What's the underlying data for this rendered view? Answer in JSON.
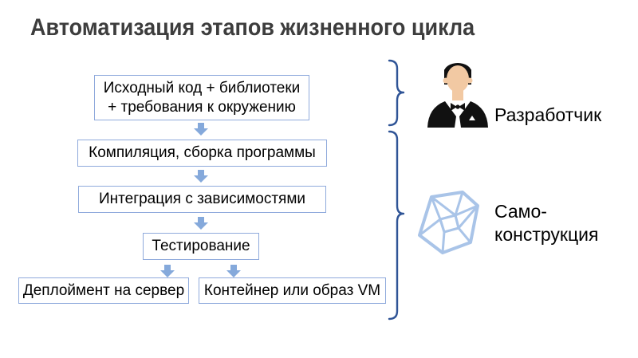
{
  "slide": {
    "title": "Автоматизация этапов жизненного цикла"
  },
  "flowchart": {
    "boxes": [
      {
        "id": "source",
        "label": "Исходный код + библиотеки\n+ требования к окружению"
      },
      {
        "id": "build",
        "label": "Компиляция, сборка программы"
      },
      {
        "id": "integration",
        "label": "Интеграция с зависимостями"
      },
      {
        "id": "testing",
        "label": "Тестирование"
      },
      {
        "id": "deploy",
        "label": "Деплоймент на сервер"
      },
      {
        "id": "container",
        "label": "Контейнер или образ VM"
      }
    ],
    "arrow_icon": "down-arrow-icon"
  },
  "legend": {
    "developer": {
      "label": "Разработчик",
      "icon": "developer-person-icon"
    },
    "self_construction": {
      "label": "Само-\nконструкция",
      "icon": "polyhedron-wireframe-icon"
    }
  },
  "colors": {
    "box_border": "#8FAADC",
    "arrow_fill": "#85A9DB",
    "brace": "#2F5496",
    "polyhedron": "#A9C4E8",
    "title_text": "#3D3D3D",
    "body_text": "#000000",
    "skin": "#F2C9A3",
    "suit": "#111111"
  }
}
